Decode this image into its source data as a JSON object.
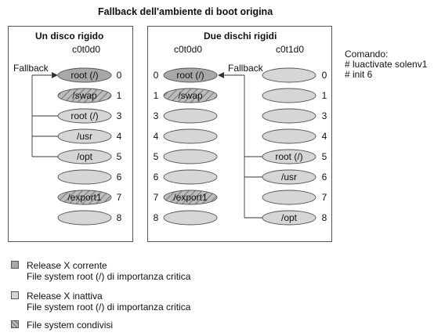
{
  "title": "Fallback dell'ambiente di boot origina",
  "left_panel": {
    "heading": "Un disco rigido",
    "disk_label": "c0t0d0",
    "fallback_label": "Fallback",
    "slices": [
      {
        "label": "root (/)",
        "slice": "0",
        "style": "dark"
      },
      {
        "label": "/swap",
        "slice": "1",
        "style": "hatched"
      },
      {
        "label": "root (/)",
        "slice": "3",
        "style": "light"
      },
      {
        "label": "/usr",
        "slice": "4",
        "style": "light"
      },
      {
        "label": "/opt",
        "slice": "5",
        "style": "light"
      },
      {
        "label": "",
        "slice": "6",
        "style": "light"
      },
      {
        "label": "/export1",
        "slice": "7",
        "style": "hatched"
      },
      {
        "label": "",
        "slice": "8",
        "style": "light"
      }
    ]
  },
  "right_panel": {
    "heading": "Due dischi rigidi",
    "disk1_label": "c0t0d0",
    "disk2_label": "c0t1d0",
    "fallback_label": "Fallback",
    "disk1_slices": [
      {
        "label": "root (/)",
        "slice": "0",
        "style": "dark"
      },
      {
        "label": "/swap",
        "slice": "1",
        "style": "hatched"
      },
      {
        "label": "",
        "slice": "3",
        "style": "light"
      },
      {
        "label": "",
        "slice": "4",
        "style": "light"
      },
      {
        "label": "",
        "slice": "5",
        "style": "light"
      },
      {
        "label": "",
        "slice": "6",
        "style": "light"
      },
      {
        "label": "/export1",
        "slice": "7",
        "style": "hatched"
      },
      {
        "label": "",
        "slice": "8",
        "style": "light"
      }
    ],
    "disk2_slices": [
      {
        "label": "",
        "slice": "0",
        "style": "light"
      },
      {
        "label": "",
        "slice": "1",
        "style": "light"
      },
      {
        "label": "",
        "slice": "3",
        "style": "light"
      },
      {
        "label": "",
        "slice": "4",
        "style": "light"
      },
      {
        "label": "root (/)",
        "slice": "5",
        "style": "light"
      },
      {
        "label": "/usr",
        "slice": "6",
        "style": "light"
      },
      {
        "label": "",
        "slice": "7",
        "style": "light"
      },
      {
        "label": "/opt",
        "slice": "8",
        "style": "light"
      }
    ]
  },
  "command": {
    "heading": "Comando:",
    "line1": "# luactivate solenv1",
    "line2": "# init 6"
  },
  "legend": [
    {
      "style": "dark",
      "line1": "Release X corrente",
      "line2": "File system root (/) di importanza critica"
    },
    {
      "style": "light",
      "line1": "Release X inattiva",
      "line2": "File system root (/) di importanza critica"
    },
    {
      "style": "hatched",
      "line1": "File system condivisi",
      "line2": ""
    }
  ],
  "colors": {
    "dark_fill": "#a8a8a8",
    "light_fill": "#d6d6d6",
    "hatch_bg": "#bdbdbd",
    "hatch_line": "#7a7a7a",
    "outline": "#555555"
  }
}
